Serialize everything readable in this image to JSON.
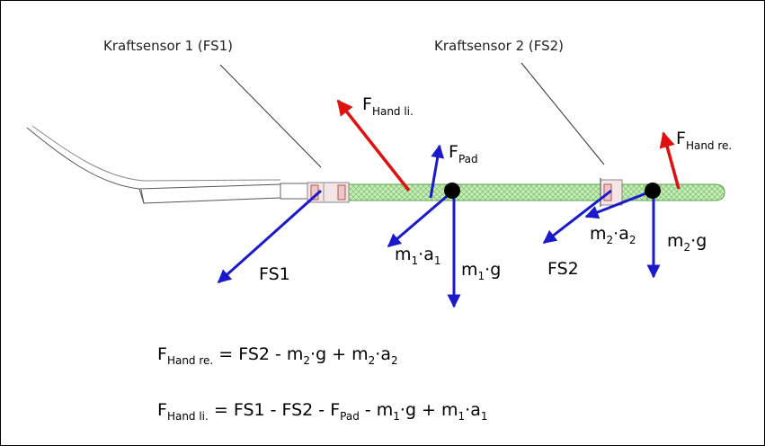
{
  "sensor1_label": "Kraftsensor 1 (FS1)",
  "sensor2_label": "Kraftsensor 2 (FS2)",
  "forces": {
    "hand_li": {
      "main": "F",
      "sub": "Hand li."
    },
    "hand_re": {
      "main": "F",
      "sub": "Hand re."
    },
    "pad": {
      "main": "F",
      "sub": "Pad"
    },
    "fs1": "FS1",
    "fs2": "FS2",
    "m1a1": {
      "m": "m",
      "i": "1",
      "mid": "·a",
      "j": "1"
    },
    "m1g": {
      "m": "m",
      "i": "1",
      "rest": "·g"
    },
    "m2a2": {
      "m": "m",
      "i": "2",
      "mid": "·a",
      "j": "2"
    },
    "m2g": {
      "m": "m",
      "i": "2",
      "rest": "·g"
    }
  },
  "equation1": {
    "lhs_main": "F",
    "lhs_sub": "Hand re.",
    "t1": " = FS2 - m",
    "s1": "2",
    "t2": "·g + m",
    "s2": "2",
    "t3": "·a",
    "s3": "2"
  },
  "equation2": {
    "lhs_main": "F",
    "lhs_sub": "Hand li.",
    "t1": " = FS1 - FS2 - F",
    "s1": "Pad",
    "t2": " - m",
    "s2": "1",
    "t3": "·g + m",
    "s3": "1",
    "t4": "·a",
    "s4": "1"
  },
  "colors": {
    "blue": "#1a1acc",
    "red": "#e01010",
    "tube": "#bfe8b0",
    "tube_edge": "#5aa050"
  }
}
